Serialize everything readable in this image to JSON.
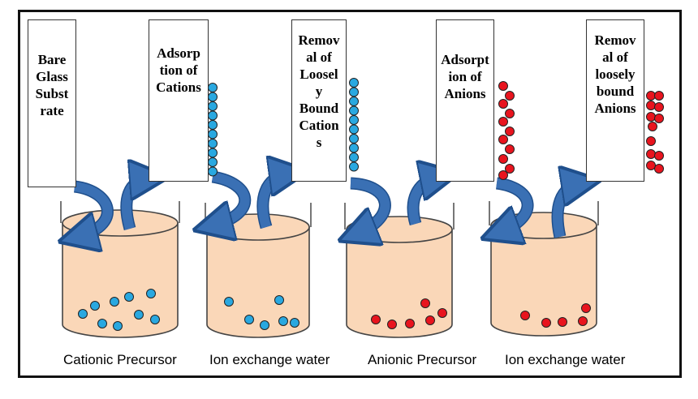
{
  "steps": [
    {
      "label": "Bare\nGlass\nSubst\nrate"
    },
    {
      "label": "Adsorp\ntion of\nCations"
    },
    {
      "label": "Remov\nal of\nLoosel\ny\nBound\nCation\ns"
    },
    {
      "label": "Adsorpt\nion of\nAnions"
    },
    {
      "label": "Remov\nal of\nloosely\nbound\nAnions"
    }
  ],
  "beakers": [
    {
      "caption": "Cationic Precursor",
      "ion": "cation"
    },
    {
      "caption": "Ion exchange water",
      "ion": "cation"
    },
    {
      "caption": "Anionic Precursor",
      "ion": "anion"
    },
    {
      "caption": "Ion exchange water",
      "ion": "anion"
    }
  ],
  "colors": {
    "cation": "#29a8e0",
    "anion": "#e8141e",
    "solution": "#fad7b8",
    "arrow": "#3a70b4",
    "arrow_edge": "#1f4f8c"
  }
}
